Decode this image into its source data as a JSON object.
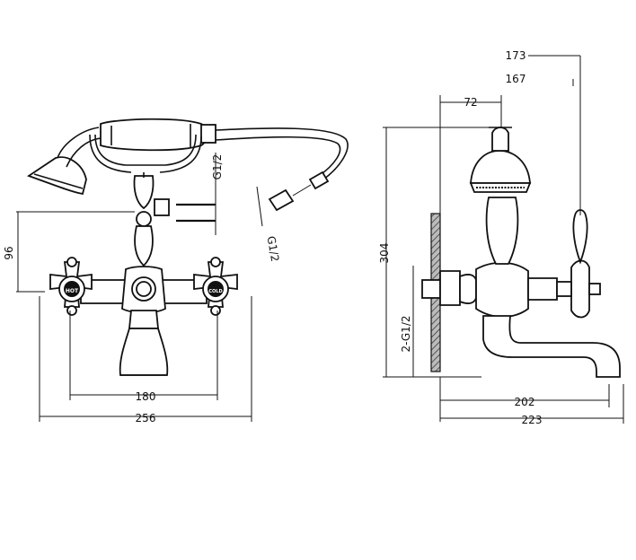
{
  "front_view": {
    "dims": {
      "height_96": "96",
      "spacing_180": "180",
      "width_256": "256",
      "inlet_g12": "G1/2",
      "hose_g12": "G1/2"
    },
    "labels": {
      "hot": "HOT",
      "cold": "COLD"
    }
  },
  "side_view": {
    "dims": {
      "d173": "173",
      "d167": "167",
      "d72": "72",
      "d304": "304",
      "thread": "2-G1/2",
      "d202": "202",
      "d223": "223"
    }
  }
}
